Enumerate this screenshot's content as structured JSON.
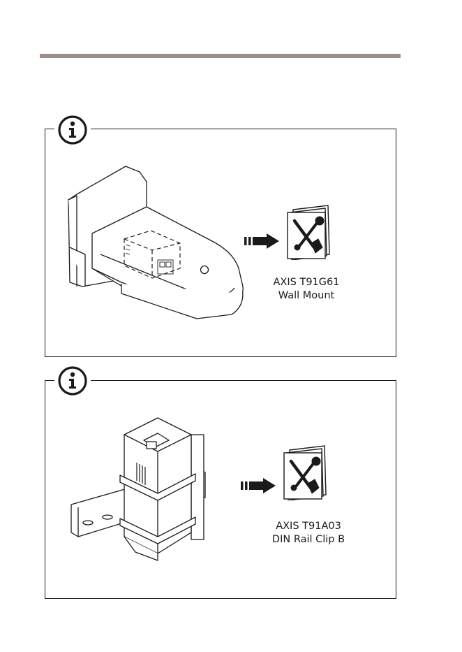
{
  "sections": [
    {
      "caption": {
        "line1": "AXIS T91G61",
        "line2": "Wall Mount"
      }
    },
    {
      "caption": {
        "line1": "AXIS T91A03",
        "line2": "DIN Rail Clip B"
      }
    }
  ],
  "colors": {
    "header_rule": "#9c8f88",
    "line": "#1a1a1a",
    "illustration_fill": "#ffffff"
  },
  "icons": [
    "info-icon",
    "arrow-right-icon",
    "tools-manual-icon"
  ]
}
